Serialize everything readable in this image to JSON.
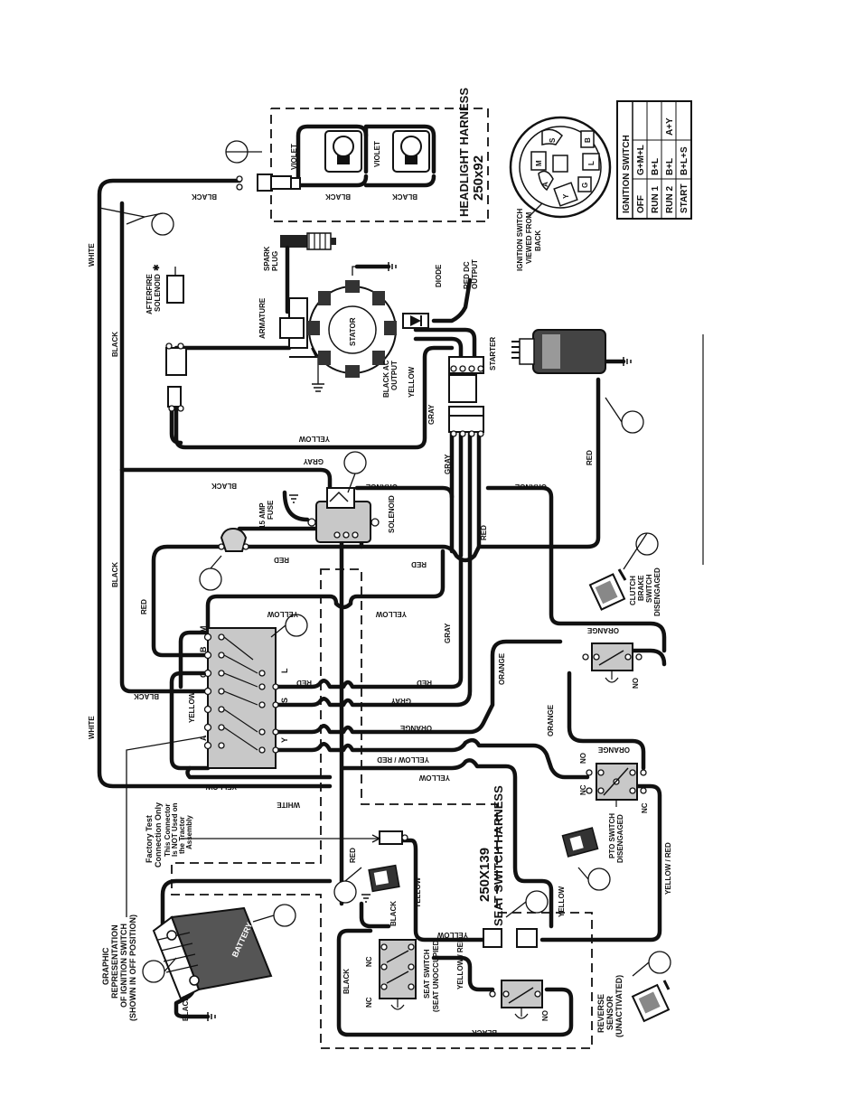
{
  "headlight_harness": {
    "title": "HEADLIGHT HARNESS",
    "part": "250x92"
  },
  "seat_switch_harness": {
    "part": "250X139",
    "title": "SEAT SWITCH HARNESS"
  },
  "ignition_table": {
    "title": "IGNITION SWITCH",
    "rows": [
      {
        "pos": "OFF",
        "c1": "G+M+L",
        "c2": ""
      },
      {
        "pos": "RUN 1",
        "c1": "B+L",
        "c2": ""
      },
      {
        "pos": "RUN 2",
        "c1": "B+L",
        "c2": "A+Y"
      },
      {
        "pos": "START",
        "c1": "B+L+S",
        "c2": ""
      }
    ]
  },
  "ignition_view": {
    "line1": "IGNITION SWITCH",
    "line2": "VIEWED FROM",
    "line3": "BACK"
  },
  "ignition_letters": {
    "s": "S",
    "m": "M",
    "b": "B",
    "l": "L",
    "g": "G",
    "a": "A",
    "y": "Y"
  },
  "graphic_rep": {
    "line1": "GRAPHIC",
    "line2": "REPRESENTATION",
    "line3": "OF IGNITION SWITCH",
    "line4": "(SHOWN IN OFF POSITION)"
  },
  "factory_test": {
    "line1": "Factory Test",
    "line2": "Connection Only",
    "line3": "This Connector",
    "line4": "Is NOT Used on",
    "line5": "the Tractor",
    "line6": "Assembly"
  },
  "components": {
    "stator": "STATOR",
    "armature": "ARMATURE",
    "spark_plug_1": "SPARK",
    "spark_plug_2": "PLUG",
    "afterfire_1": "AFTERFIRE",
    "afterfire_2": "SOLENOID",
    "afterfire_star": "✱",
    "diode": "DIODE",
    "red_dc_1": "RED DC",
    "red_dc_2": "OUTPUT",
    "black_ac_1": "BLACK AC",
    "black_ac_2": "OUTPUT",
    "starter": "STARTER",
    "fuse_1": "15 AMP",
    "fuse_2": "FUSE",
    "solenoid": "SOLENOID",
    "battery": "BATTERY",
    "clutch_1": "CLUTCH",
    "clutch_2": "BRAKE",
    "clutch_3": "SWITCH",
    "clutch_4": "DISENGAGED",
    "pto_1": "PTO SWITCH",
    "pto_2": "DISENGAGED",
    "seat_1": "SEAT SWITCH",
    "seat_2": "(SEAT UNOCCUPIED)",
    "reverse_1": "REVERSE",
    "reverse_2": "SENSOR",
    "reverse_3": "(UNACTIVATED)"
  },
  "switch_terms": {
    "no": "NO",
    "nc": "NC"
  },
  "wire_labels": {
    "white": "WHITE",
    "black": "BLACK",
    "violet": "VIOLET",
    "yellow": "YELLOW",
    "gray": "GRAY",
    "orange": "ORANGE",
    "red": "RED",
    "yellow_red": "YELLOW / RED",
    "yellow_red_compact": "YELLOW/RED",
    "red_yellow": "YELLOW / RED"
  }
}
